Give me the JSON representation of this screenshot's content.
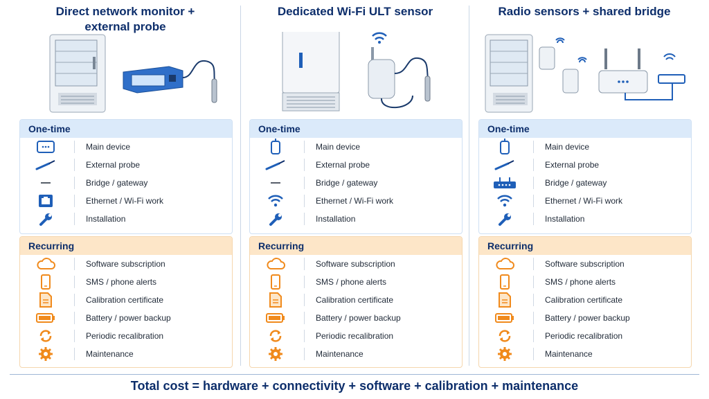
{
  "columns": [
    {
      "title_line1": "Direct network monitor +",
      "title_line2": "external probe",
      "onetime_header": "One-time",
      "onetime_items": [
        "Main device",
        "External probe",
        "Bridge / gateway",
        "Ethernet / Wi-Fi work",
        "Installation"
      ],
      "recurring_header": "Recurring",
      "recurring_items": [
        "Software subscription",
        "SMS / phone alerts",
        "Calibration certificate",
        "Battery / power backup",
        "Periodic recalibration",
        "Maintenance"
      ]
    },
    {
      "title_line1": "Dedicated Wi-Fi ULT sensor",
      "title_line2": "",
      "onetime_header": "One-time",
      "onetime_items": [
        "Main device",
        "External probe",
        "Bridge / gateway",
        "Ethernet / Wi-Fi work",
        "Installation"
      ],
      "recurring_header": "Recurring",
      "recurring_items": [
        "Software subscription",
        "SMS / phone alerts",
        "Calibration certificate",
        "Battery / power backup",
        "Periodic recalibration",
        "Maintenance"
      ]
    },
    {
      "title_line1": "Radio sensors + shared bridge",
      "title_line2": "",
      "onetime_header": "One-time",
      "onetime_items": [
        "Main device",
        "External probe",
        "Bridge / gateway",
        "Ethernet / Wi-Fi work",
        "Installation"
      ],
      "recurring_header": "Recurring",
      "recurring_items": [
        "Software subscription",
        "SMS / phone alerts",
        "Calibration certificate",
        "Battery / power backup",
        "Periodic recalibration",
        "Maintenance"
      ]
    }
  ],
  "footer": "Total cost = hardware + connectivity + software + calibration + maintenance",
  "colors": {
    "navy": "#0d2e6b",
    "blue_icon": "#1f5fb8",
    "orange_icon": "#f08a1c",
    "onetime_bg": "#dbeafa",
    "recurring_bg": "#fde6c8"
  }
}
